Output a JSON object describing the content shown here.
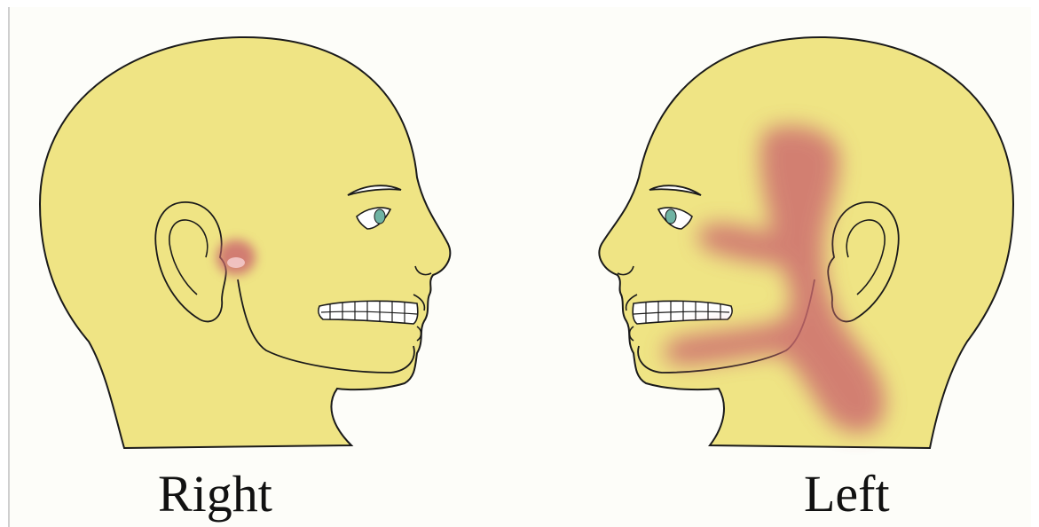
{
  "labels": {
    "right": "Right",
    "left": "Left"
  },
  "colors": {
    "background": "#fdfdf9",
    "skin": "#efe484",
    "outline": "#1a1a1a",
    "pain": "#cc6b6e",
    "iris": "#6fb3a3",
    "teeth": "#ffffff"
  },
  "icons": [
    "head-profile-right",
    "head-profile-left",
    "ear-icon",
    "eye-icon",
    "teeth-icon",
    "pain-area"
  ]
}
